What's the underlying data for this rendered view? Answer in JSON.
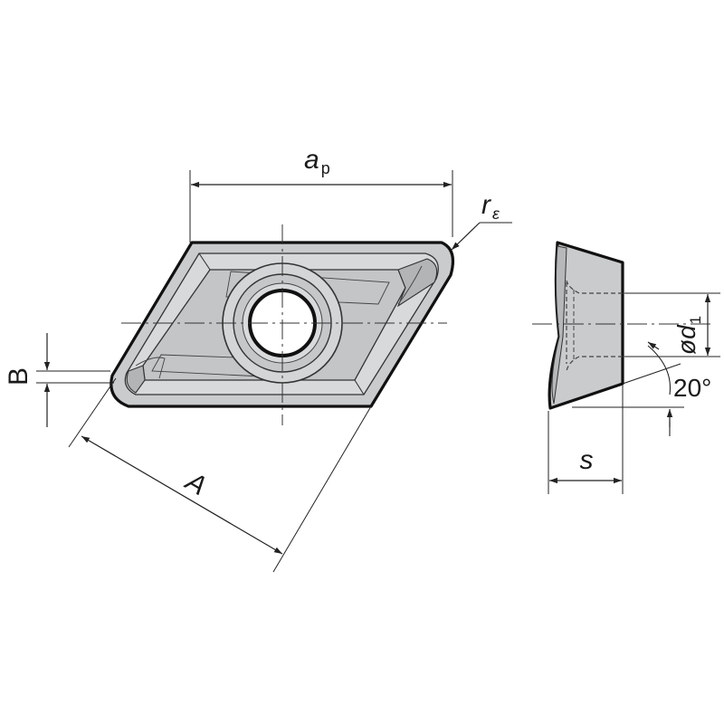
{
  "labels": {
    "ap_main": "a",
    "ap_sub": "p",
    "re_main": "r",
    "re_sub": "ε",
    "B": "B",
    "A": "A",
    "d1_prefix": "ø",
    "d1_main": "d",
    "d1_sub": "1",
    "angle": "20°",
    "s": "s"
  },
  "colors": {
    "outline": "#111111",
    "fill": "#c9cbcd",
    "fill_light": "#dcdedf",
    "fill_dark": "#b2b4b6",
    "dim": "#222222"
  }
}
